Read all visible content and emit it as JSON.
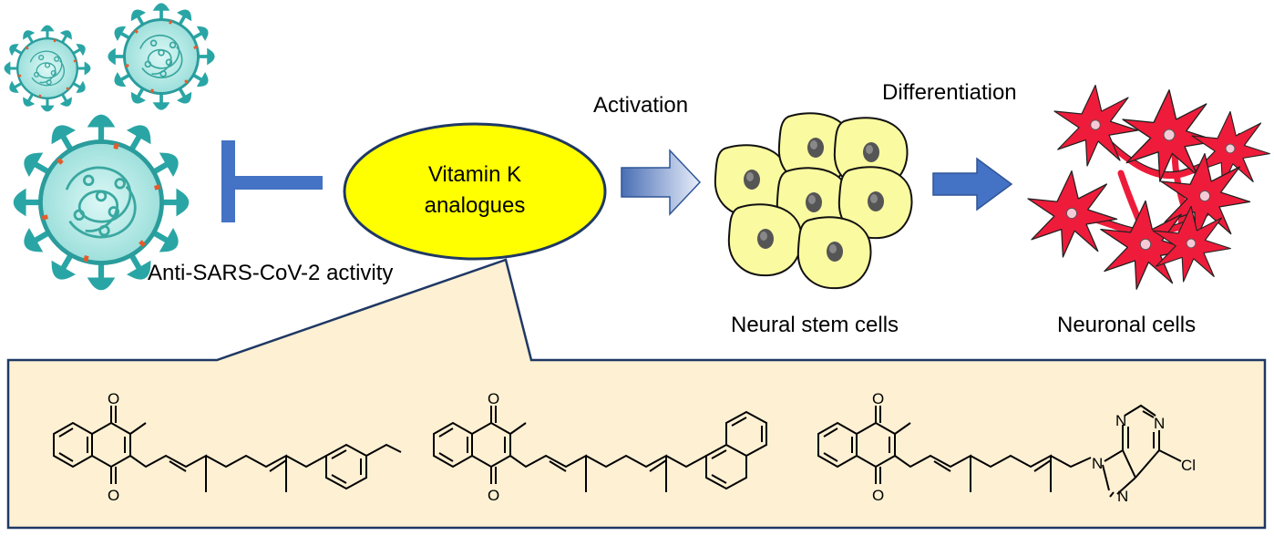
{
  "labels": {
    "antiviral": "Anti-SARS-CoV-2 activity",
    "vitk_line1": "Vitamin K",
    "vitk_line2": "analogues",
    "activation": "Activation",
    "differentiation": "Differentiation",
    "nsc": "Neural stem cells",
    "neuronal": "Neuronal cells"
  },
  "atoms": {
    "oxygen": "O",
    "nitrogen": "N",
    "chlorine": "Cl"
  },
  "colors": {
    "inhibition_bar": "#4472c4",
    "ellipse_fill": "#ffff00",
    "ellipse_stroke": "#1f3864",
    "panel_fill": "#fdf0d3",
    "panel_stroke": "#1f3864",
    "arrow_blue": "#4472c4",
    "stem_cell_fill": "#fafaa0",
    "neuron_fill": "#ee1c3a",
    "virus_body": "#b8ecec",
    "virus_spike": "#2aa5a5"
  }
}
